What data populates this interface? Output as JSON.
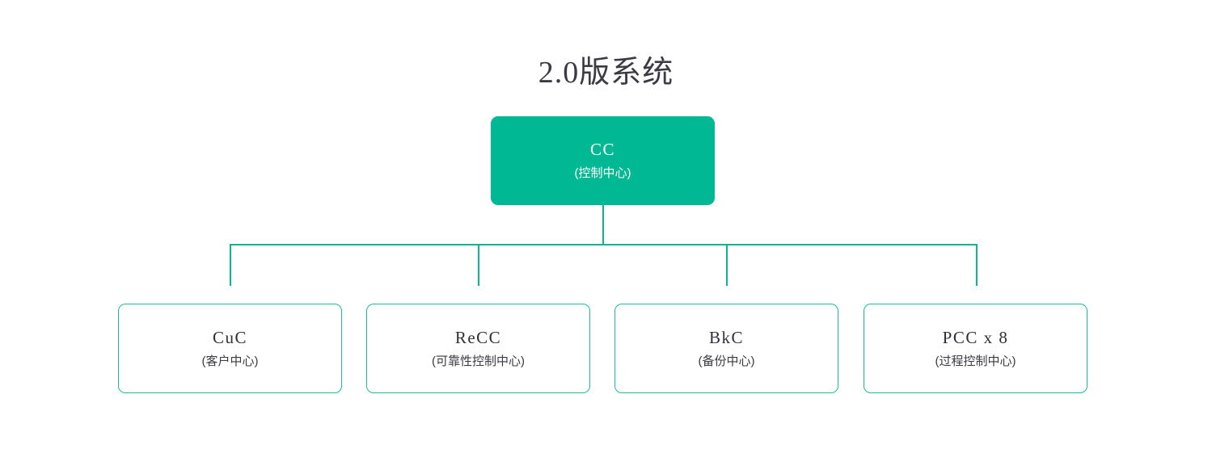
{
  "title": "2.0版系统",
  "diagram": {
    "type": "org-tree",
    "accent_color": "#00b894",
    "border_color": "#1ebb98",
    "line_color": "#0ab690",
    "background_color": "#ffffff",
    "text_color": "#2f2f38",
    "root": {
      "title": "CC",
      "subtitle": "(控制中心)"
    },
    "children": [
      {
        "title": "CuC",
        "subtitle": "(客户中心)"
      },
      {
        "title": "ReCC",
        "subtitle": "(可靠性控制中心)"
      },
      {
        "title": "BkC",
        "subtitle": "(备份中心)"
      },
      {
        "title": "PCC x 8",
        "subtitle": "(过程控制中心)"
      }
    ]
  }
}
